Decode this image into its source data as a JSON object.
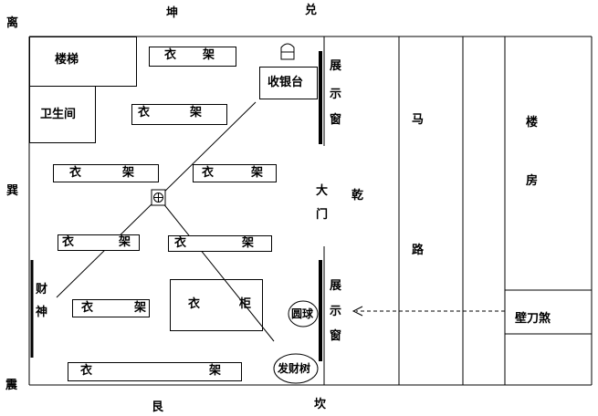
{
  "directions": {
    "li": "离",
    "kun": "坤",
    "dui": "兑",
    "xun": "巽",
    "qian": "乾",
    "zhen": "震",
    "gen": "艮",
    "kan": "坎"
  },
  "rooms": {
    "stairs": "楼梯",
    "restroom": "卫生间",
    "cashier": "收银台"
  },
  "rack": {
    "a": "衣",
    "b": "架"
  },
  "cabinet": {
    "a": "衣",
    "b": "柜"
  },
  "window": {
    "a": "展",
    "b": "示",
    "c": "窗"
  },
  "door": {
    "a": "大",
    "b": "门"
  },
  "road": {
    "a": "马",
    "b": "路"
  },
  "building": {
    "a": "楼",
    "b": "房"
  },
  "labels": {
    "ball": "圆球",
    "tree": "发财树",
    "wealth_god_a": "财",
    "wealth_god_b": "神",
    "blade_sha": "壁刀煞"
  }
}
